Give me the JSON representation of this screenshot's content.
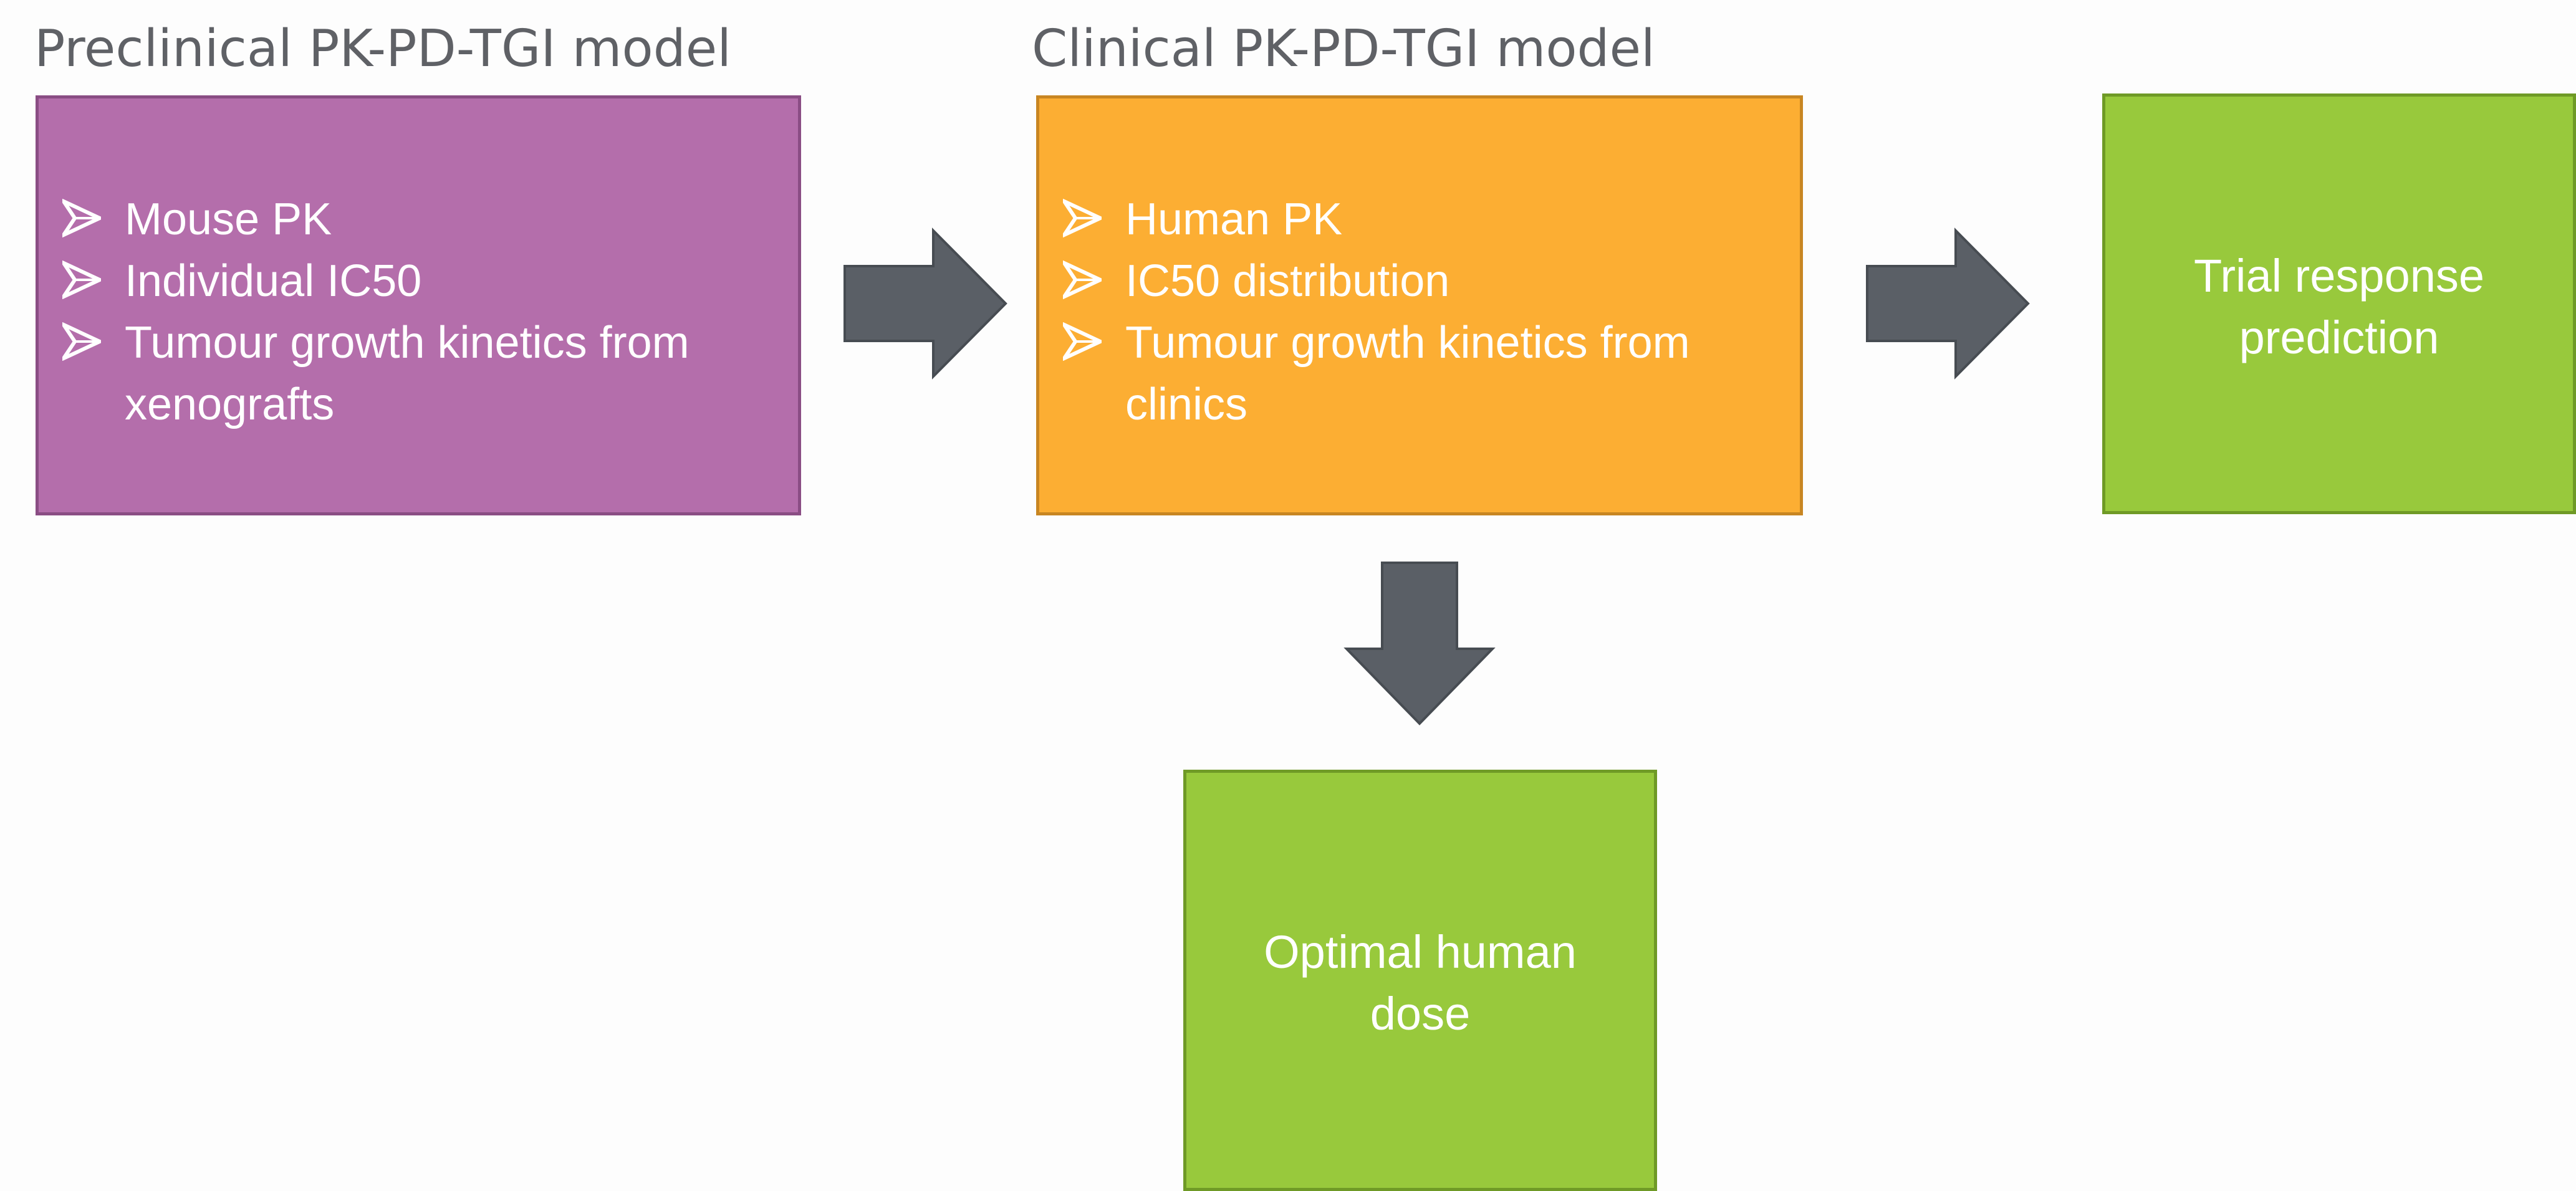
{
  "headings": {
    "preclinical": "Preclinical PK-PD-TGI model",
    "clinical": "Clinical PK-PD-TGI model"
  },
  "preclinical_box": {
    "color": "#b46eab",
    "items": [
      {
        "line1": "Mouse PK",
        "line2": ""
      },
      {
        "line1": "Individual IC50",
        "line2": ""
      },
      {
        "line1": "Tumour growth kinetics from",
        "line2": "xenografts"
      }
    ]
  },
  "clinical_box": {
    "color": "#fcae33",
    "items": [
      {
        "line1": "Human PK",
        "line2": ""
      },
      {
        "line1": "IC50 distribution",
        "line2": ""
      },
      {
        "line1": "Tumour growth kinetics from",
        "line2": "clinics"
      }
    ]
  },
  "trial_box": {
    "color": "#98c93c",
    "line1": "Trial response",
    "line2": "prediction"
  },
  "dose_box": {
    "color": "#98c93c",
    "line1": "Optimal human",
    "line2": "dose"
  },
  "arrow_color": "#5a5f66",
  "bullet_icon": "arrowhead-bullet-icon"
}
